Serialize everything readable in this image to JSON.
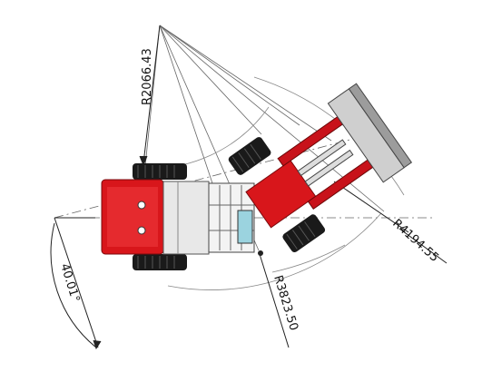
{
  "dimensions": {
    "inner_radius": "R2066.43",
    "outer_radius": "R4194.55",
    "middle_radius": "R3823.50",
    "articulation_angle": "40.01°"
  },
  "colors": {
    "body_red": "#d8161b",
    "dark_red": "#9d0a0e",
    "tire": "#1a1a1a",
    "bucket": "#cfcfcf",
    "lines": "#444444"
  }
}
